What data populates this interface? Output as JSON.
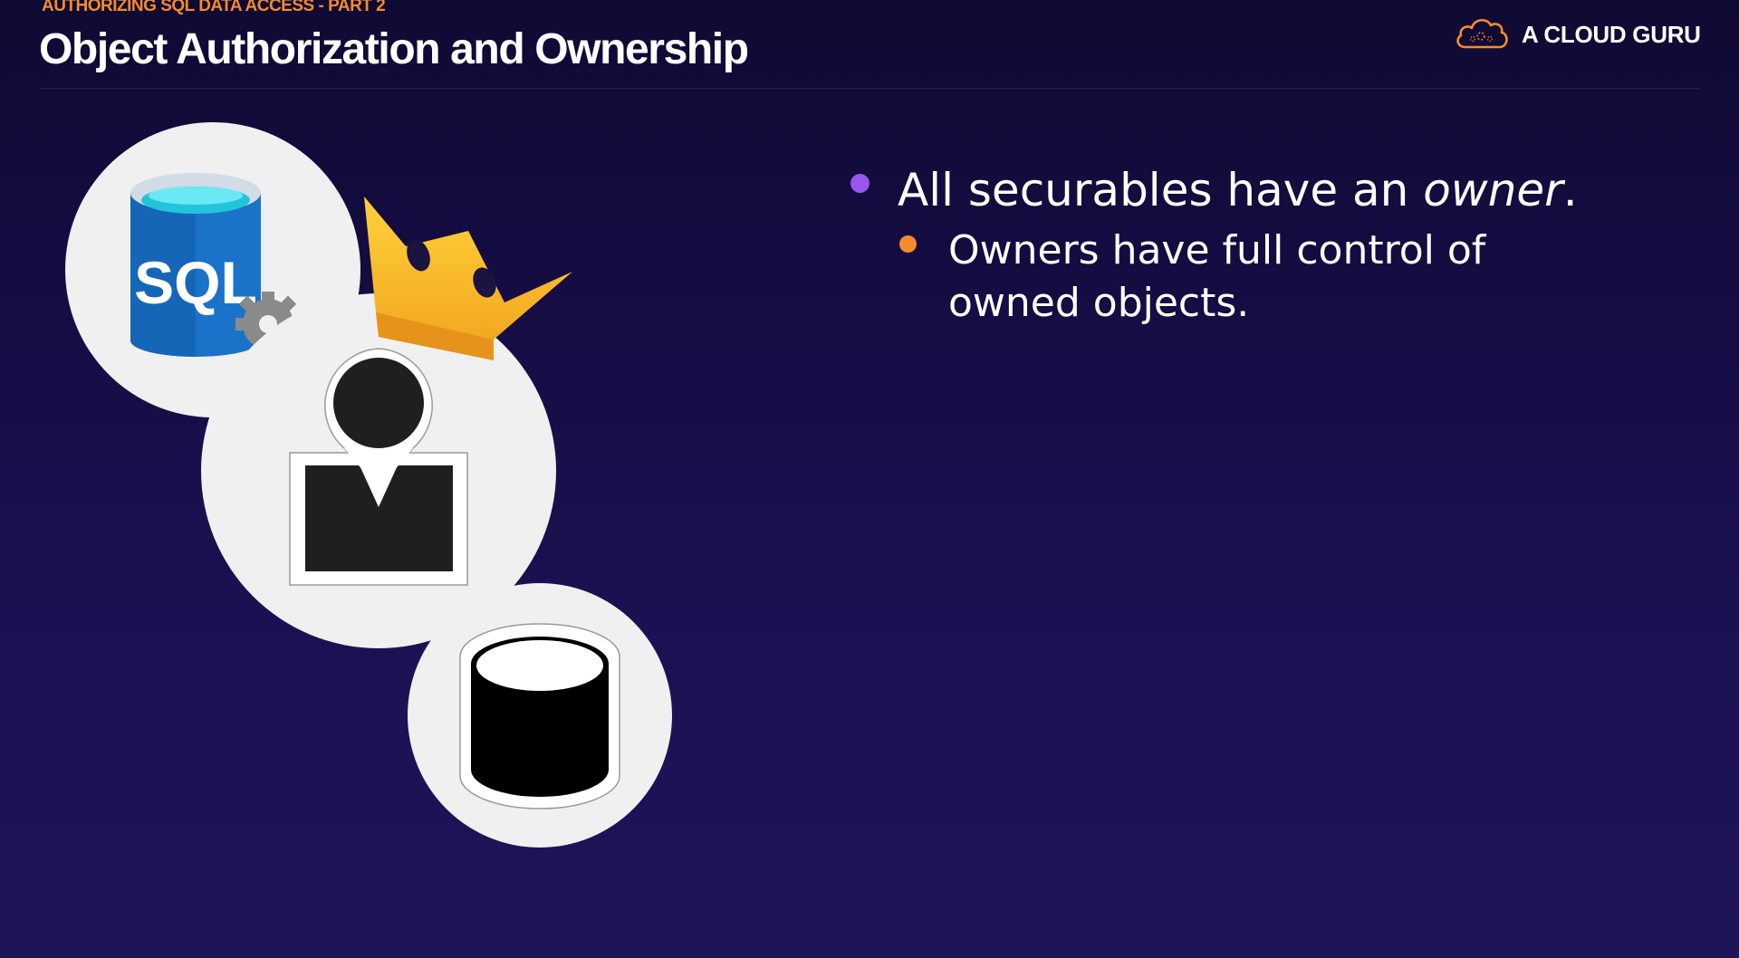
{
  "header": {
    "section_label": "AUTHORIZING SQL DATA ACCESS - PART 2",
    "title": "Object Authorization and Ownership"
  },
  "brand": {
    "name": "A CLOUD GURU",
    "logo_icon": "cloud-icon"
  },
  "illustration": {
    "sql_badge_text": "SQL",
    "icons": [
      "sql-database-icon",
      "gear-icon",
      "crown-icon",
      "user-icon",
      "database-icon"
    ]
  },
  "bullets": {
    "main_prefix": "All securables have an ",
    "main_emphasis": "owner",
    "main_suffix": ".",
    "sub": "Owners have full control of owned objects."
  },
  "colors": {
    "accent_orange": "#f58a2e",
    "accent_purple": "#9b55f0",
    "background_top": "#0f0a33",
    "background_bottom": "#1e1458",
    "circle_fill": "#f0f0f0"
  }
}
